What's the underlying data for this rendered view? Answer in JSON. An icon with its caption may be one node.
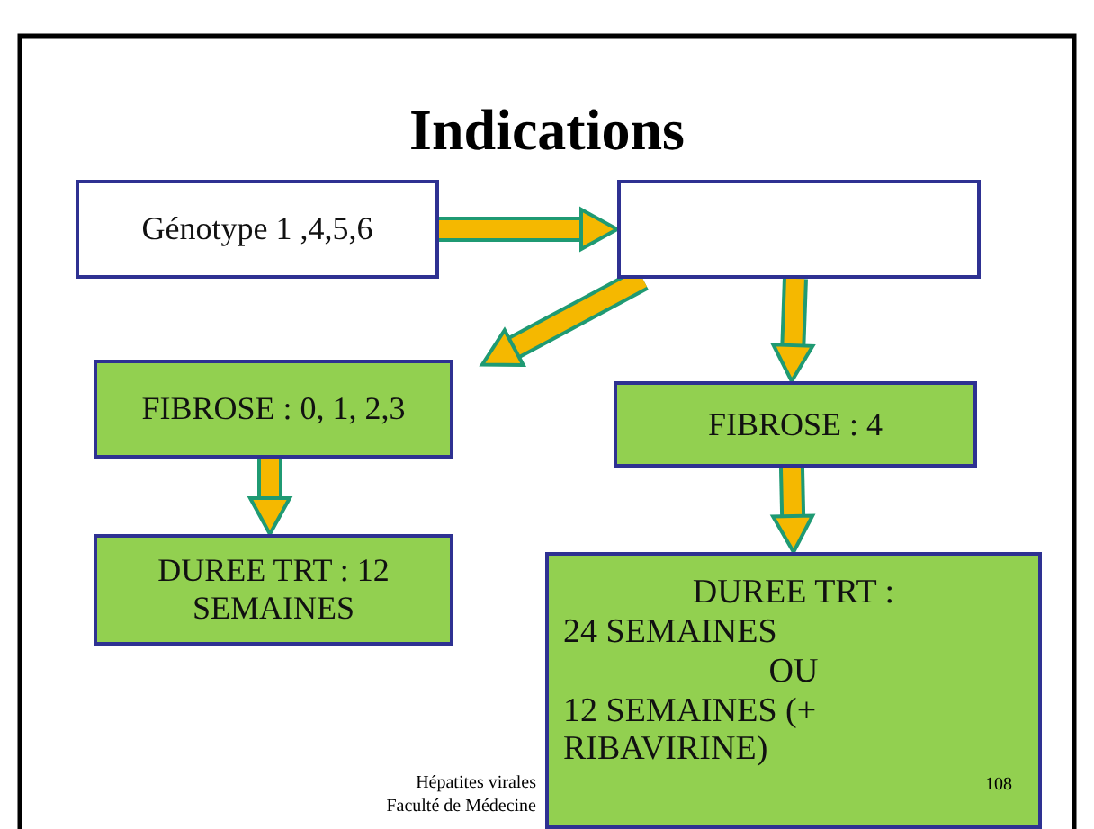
{
  "diagram": {
    "title": "Indications",
    "nodes": [
      {
        "text": [
          "Génotype 1 ,4,5,6"
        ]
      },
      {
        "text": [],
        "shape": "box"
      },
      {
        "text": [
          "FIBROSE : 0, 1, 2,3"
        ]
      },
      {
        "text": [
          "FIBROSE : 4"
        ]
      },
      {
        "text": [
          "DUREE TRT : 12 SEMAINES"
        ]
      },
      {
        "text": [
          "DUREE TRT :",
          "24 SEMAINES",
          "OU",
          "12 SEMAINES (+ RIBAVIRINE)"
        ]
      }
    ],
    "edges": [
      {
        "from": 0,
        "to": 1,
        "arrow": "to"
      },
      {
        "from": 1,
        "to": 2,
        "arrow": "to"
      },
      {
        "from": 1,
        "to": 3,
        "arrow": "to"
      },
      {
        "from": 2,
        "to": 4,
        "arrow": "to"
      },
      {
        "from": 3,
        "to": 5,
        "arrow": "to"
      }
    ],
    "labels": [
      "Hépatites virales",
      "Faculté de Médecine",
      "108"
    ]
  }
}
